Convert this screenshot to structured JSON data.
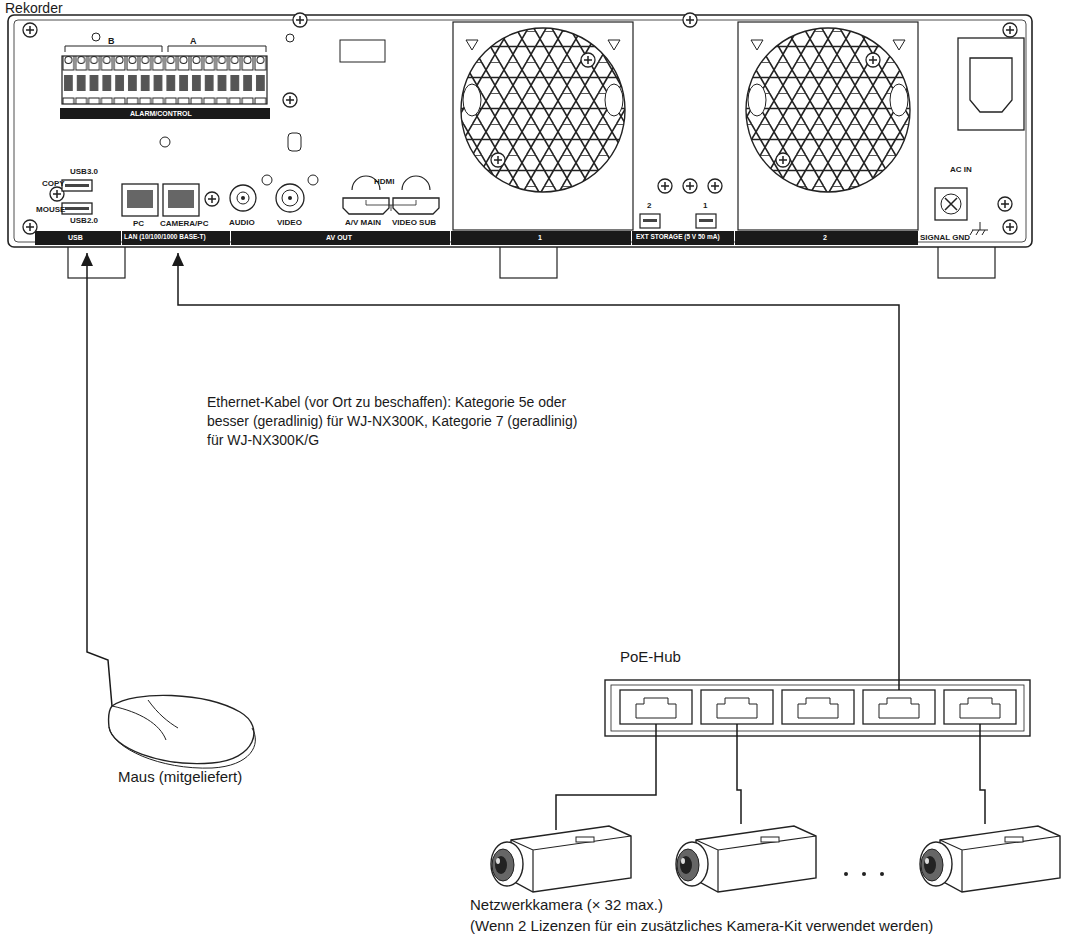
{
  "diagram": {
    "nodes": [
      {
        "text": [
          "Rekorder"
        ]
      },
      {
        "text": [
          "Maus (mitgeliefert)"
        ]
      },
      {
        "text": [
          "PoE-Hub"
        ]
      },
      {
        "text": [
          "Netzwerkkamera (× 32 max.)",
          "(Wenn 2 Lizenzen für ein zusätzliches Kamera-Kit verwendet werden)"
        ]
      }
    ],
    "edges": [
      {
        "from": 1,
        "to": 0,
        "arrow": "to"
      },
      {
        "from": 2,
        "to": 0,
        "label": "Ethernet-Kabel (vor Ort zu beschaffen): Kategorie 5e oder besser (geradlinig) für WJ-NX300K, Kategorie 7 (geradlinig) für WJ-NX300K/G",
        "arrow": "to"
      },
      {
        "from": 2,
        "to": 3,
        "arrow": "none"
      },
      {
        "from": 2,
        "to": 3,
        "arrow": "none"
      },
      {
        "from": 2,
        "to": 3,
        "arrow": "none"
      }
    ],
    "labels": [
      "B",
      "A",
      "ALARM/CONTROL",
      "USB3.0",
      "COPY",
      "MOUSE",
      "USB2.0",
      "USB",
      "PC",
      "CAMERA/PC",
      "LAN (10/100/1000 BASE-T)",
      "AUDIO",
      "VIDEO",
      "HDMI",
      "A/V MAIN",
      "VIDEO SUB",
      "AV OUT",
      "1",
      "2",
      "1",
      "EXT STORAGE (5 V 50 mA)",
      "2",
      "AC IN",
      "SIGNAL GND"
    ]
  }
}
